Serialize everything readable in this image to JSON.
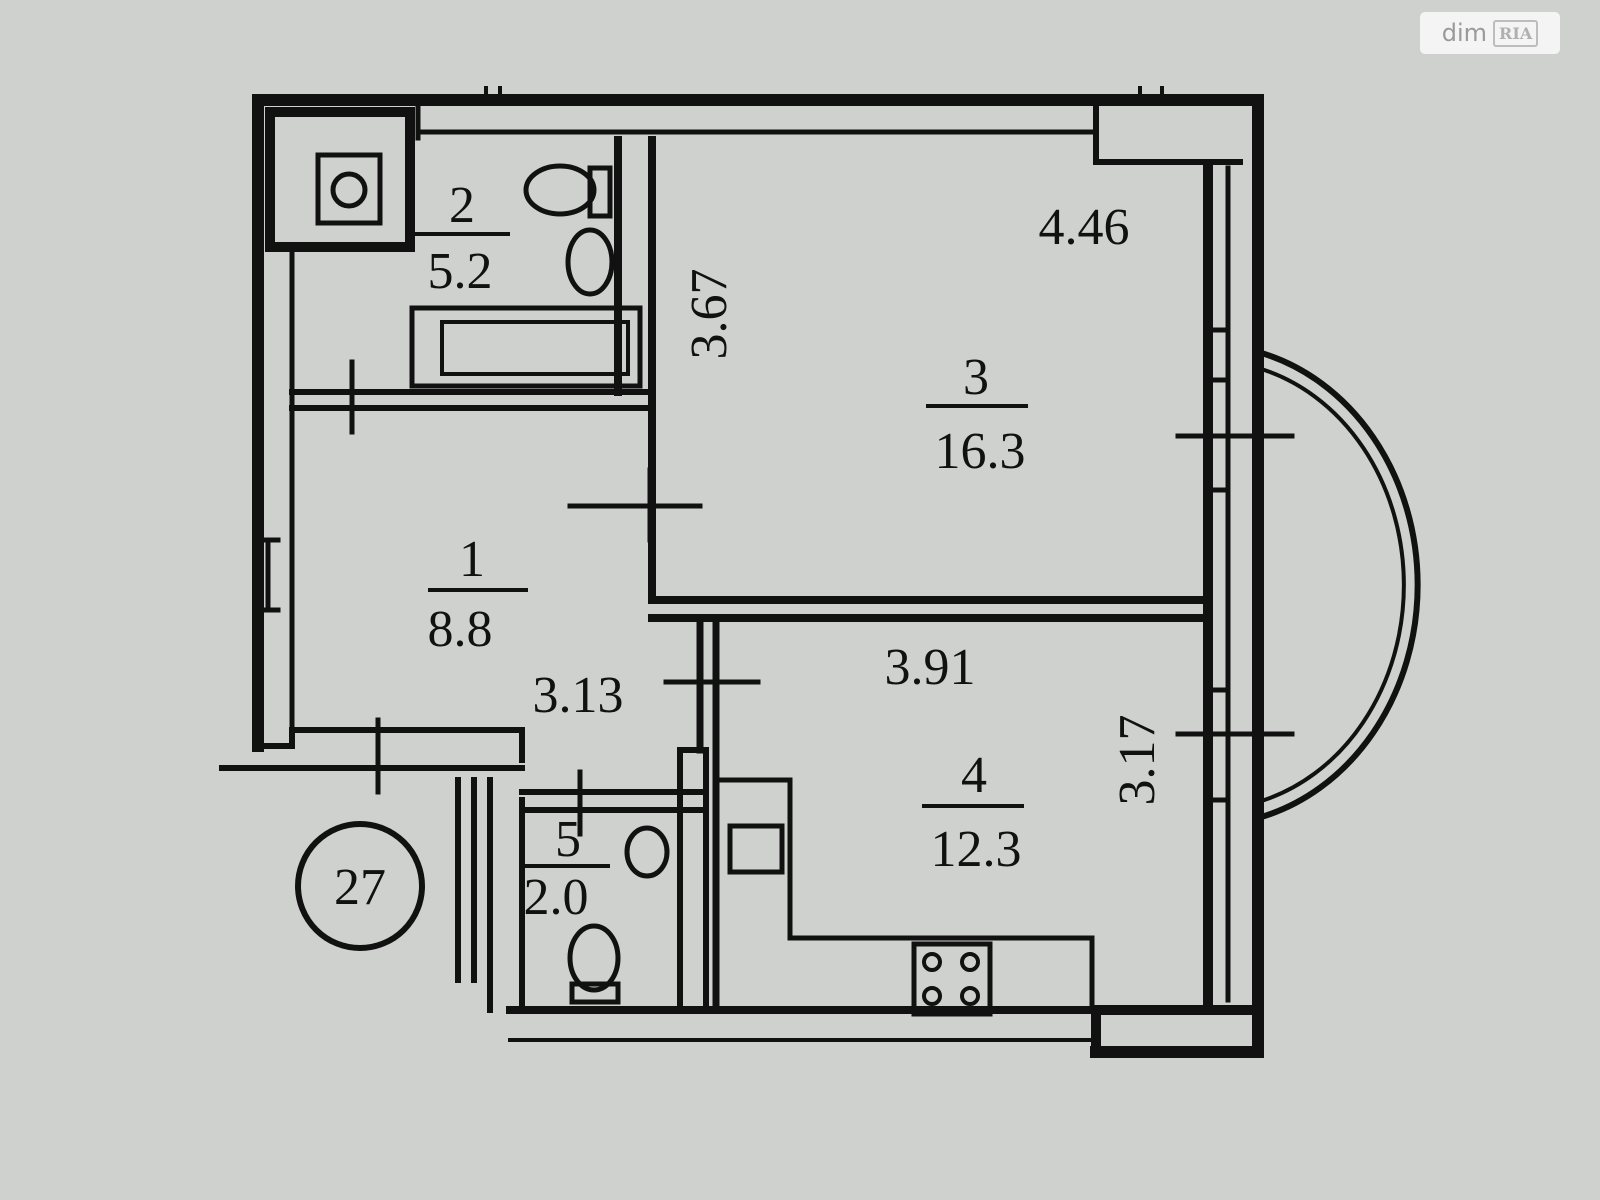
{
  "watermark": {
    "brand_main": "dim",
    "brand_sub": "RIA"
  },
  "apartment": {
    "number": "27"
  },
  "rooms": [
    {
      "id": "1",
      "area": "8.8"
    },
    {
      "id": "2",
      "area": "5.2"
    },
    {
      "id": "3",
      "area": "16.3"
    },
    {
      "id": "4",
      "area": "12.3"
    },
    {
      "id": "5",
      "area": "2.0"
    }
  ],
  "dimensions": {
    "room3_width": "4.46",
    "room3_depth": "3.67",
    "room1_width": "3.13",
    "room4_width": "3.91",
    "room4_depth": "3.17"
  },
  "colors": {
    "background": "#cfd1cf",
    "ink": "#111111"
  }
}
